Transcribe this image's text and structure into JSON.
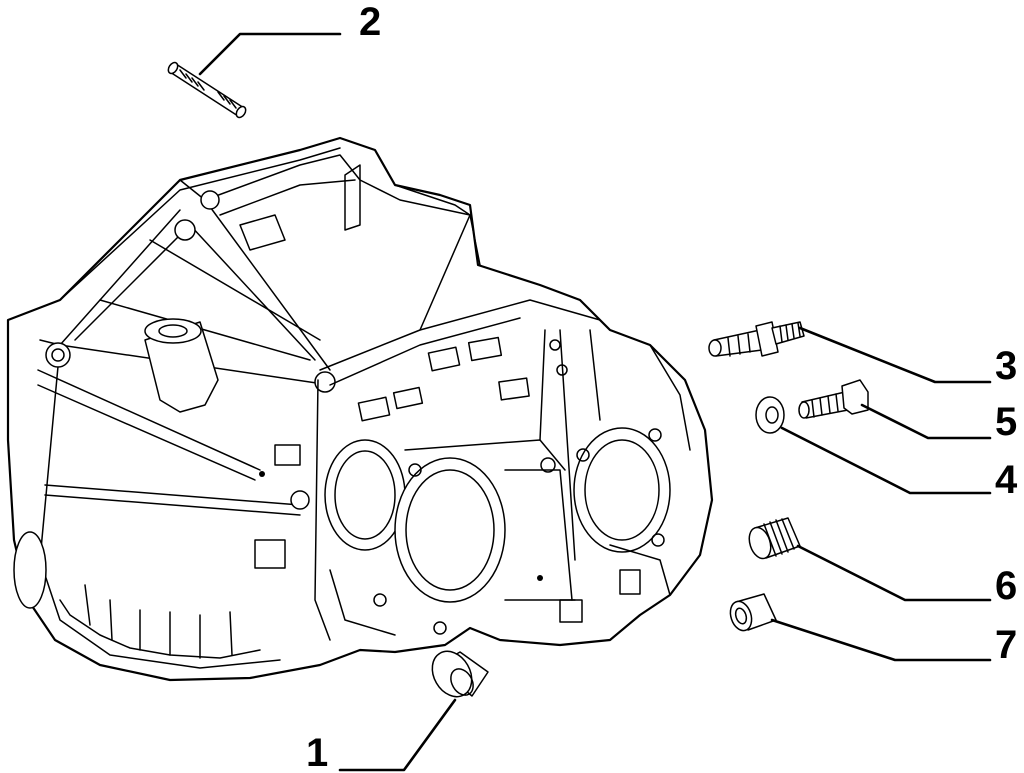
{
  "diagram": {
    "type": "exploded parts diagram",
    "main_part": "gearbox-housing",
    "callouts": [
      {
        "id": "c1",
        "label": "1",
        "part": "bushing"
      },
      {
        "id": "c2",
        "label": "2",
        "part": "stud"
      },
      {
        "id": "c3",
        "label": "3",
        "part": "stud-bolt"
      },
      {
        "id": "c4",
        "label": "4",
        "part": "washer"
      },
      {
        "id": "c5",
        "label": "5",
        "part": "bolt"
      },
      {
        "id": "c6",
        "label": "6",
        "part": "threaded-plug"
      },
      {
        "id": "c7",
        "label": "7",
        "part": "sleeve"
      }
    ]
  }
}
